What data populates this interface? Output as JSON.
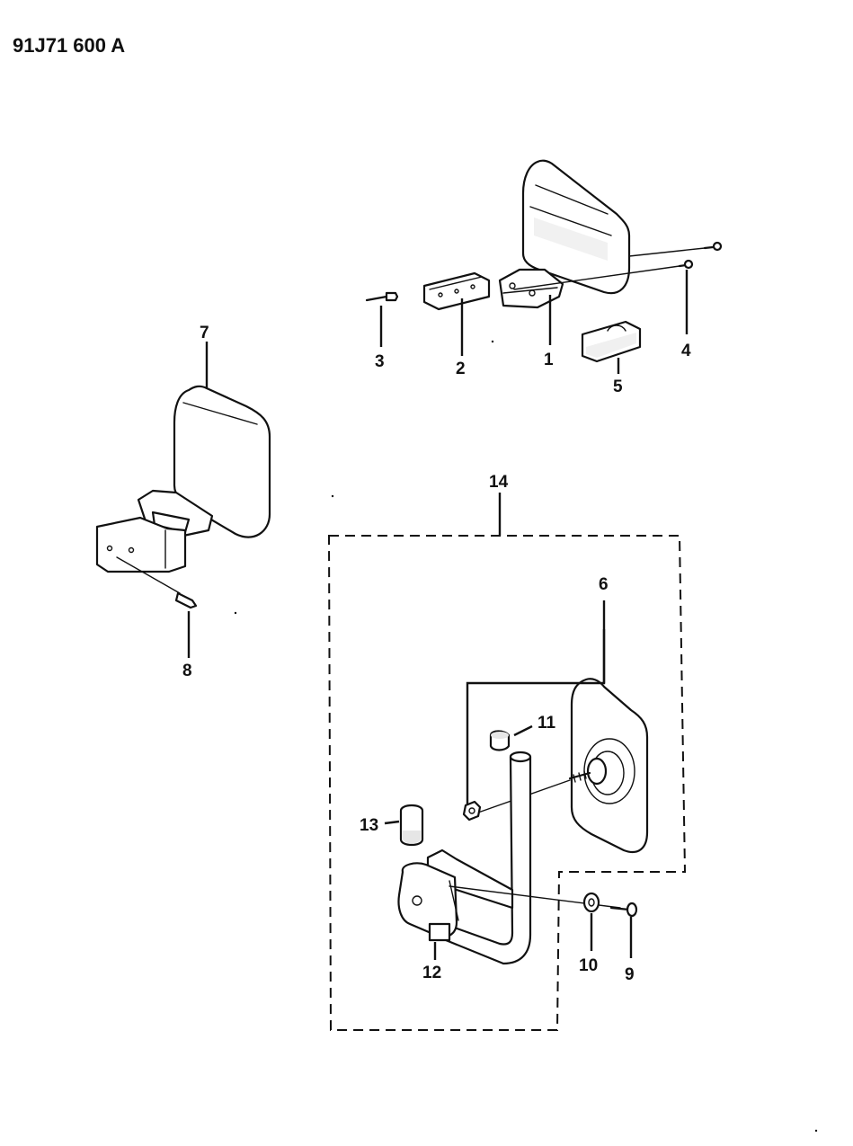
{
  "drawing_id": "91J71 600 A",
  "callouts": {
    "c1": "1",
    "c2": "2",
    "c3": "3",
    "c4": "4",
    "c5": "5",
    "c6": "6",
    "c7": "7",
    "c8": "8",
    "c9": "9",
    "c10": "10",
    "c11": "11",
    "c12": "12",
    "c13": "13",
    "c14": "14"
  }
}
